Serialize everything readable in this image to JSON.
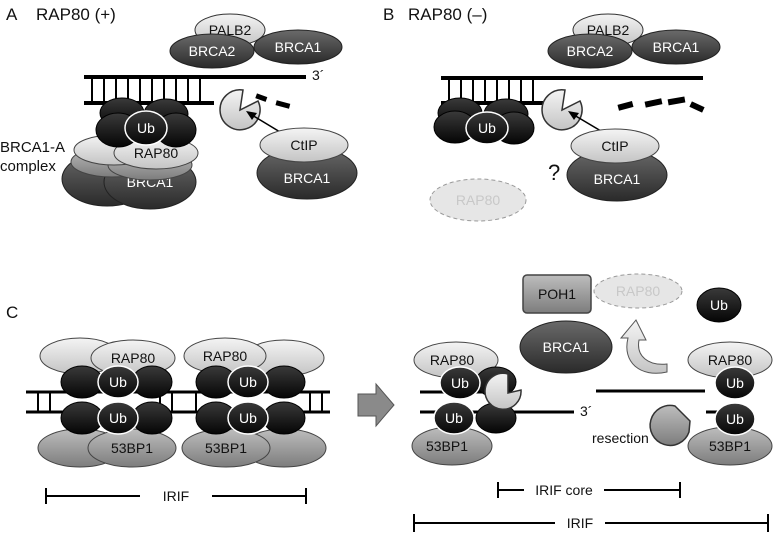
{
  "panelA": {
    "letter": "A",
    "title": "RAP80 (+)",
    "palb2": "PALB2",
    "brca2": "BRCA2",
    "brca1_top": "BRCA1",
    "prime": "3´",
    "ub": "Ub",
    "rap80": "RAP80",
    "brca1": "BRCA1",
    "ctip": "CtIP",
    "brca1_ctip": "BRCA1",
    "complex_line1": "BRCA1-A",
    "complex_line2": "complex"
  },
  "panelB": {
    "letter": "B",
    "title": "RAP80 (–)",
    "palb2": "PALB2",
    "brca2": "BRCA2",
    "brca1_top": "BRCA1",
    "ub": "Ub",
    "ctip": "CtIP",
    "brca1_ctip": "BRCA1",
    "question": "?",
    "rap80_ghost": "RAP80"
  },
  "panelC": {
    "letter": "C",
    "left": {
      "rap80": "RAP80",
      "ub": "Ub",
      "bp1": "53BP1",
      "irif": "IRIF"
    },
    "right": {
      "poh1": "POH1",
      "rap80_ghost": "RAP80",
      "ub_free": "Ub",
      "brca1": "BRCA1",
      "rap80": "RAP80",
      "ub": "Ub",
      "bp1": "53BP1",
      "prime": "3´",
      "resection": "resection",
      "irif_core": "IRIF core",
      "irif": "IRIF"
    }
  },
  "colors": {
    "dark": "#3a3a3a",
    "mid": "#8a8a8a",
    "light": "#d6d6d6",
    "black": "#0c0c0c",
    "ghost": "#dcdcdc"
  }
}
